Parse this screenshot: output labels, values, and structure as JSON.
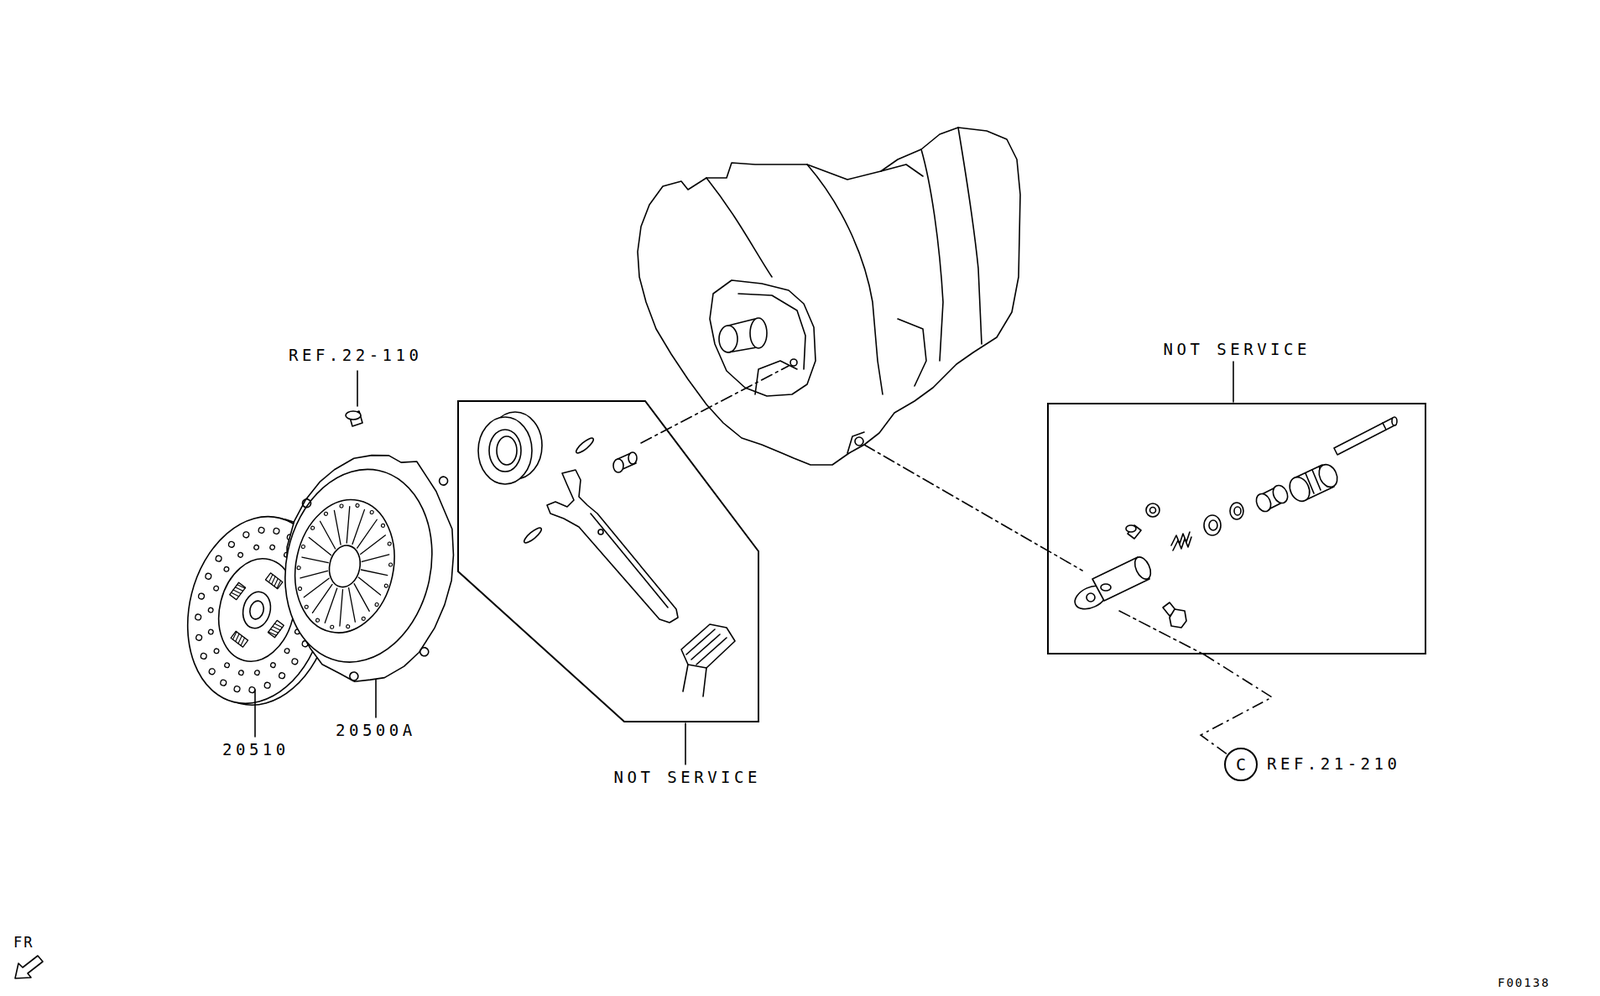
{
  "diagram": {
    "nodes": [
      {
        "text": [
          "NOT SERVICE"
        ]
      },
      {
        "text": [
          "NOT SERVICE"
        ]
      },
      {
        "text": [
          "C"
        ]
      }
    ],
    "edges": [
      {
        "from": 0,
        "to": 2,
        "arrow": "none"
      }
    ],
    "labels": [
      "REF.22-110",
      "20510",
      "20500A",
      "REF.21-210",
      "FR",
      "F00138"
    ]
  }
}
